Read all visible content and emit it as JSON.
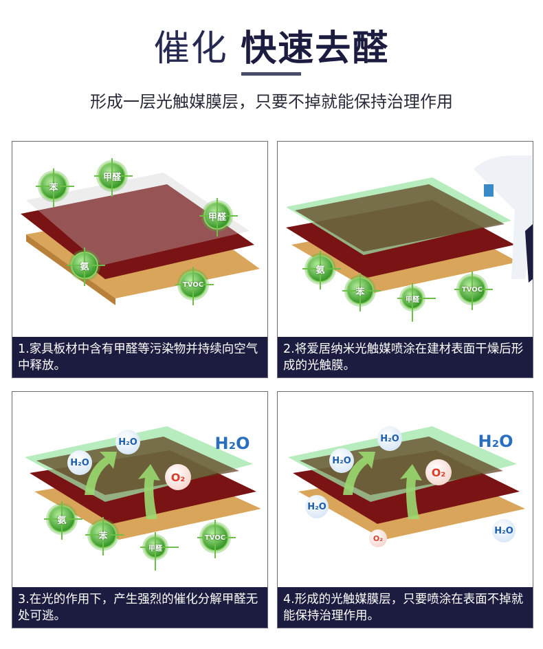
{
  "header": {
    "title_light": "催化",
    "title_bold": "快速去醛",
    "subtitle": "形成一层光触媒膜层，只要不掉就能保持治理作用"
  },
  "panels": [
    {
      "caption": "1.家具板材中含有甲醛等污染物并持续向空气中释放。",
      "badges": [
        "苯",
        "甲醛",
        "甲醛",
        "氨",
        "TVOC"
      ]
    },
    {
      "caption": "2.将爱居纳米光触媒喷涂在建材表面干燥后形成的光触膜。",
      "badges": [
        "氨",
        "苯",
        "甲醛",
        "TVOC"
      ]
    },
    {
      "caption": "3.在光的作用下，产生强烈的催化分解甲醛无处可逃。",
      "badges": [
        "氨",
        "苯",
        "甲醛",
        "TVOC"
      ],
      "molecules": [
        "H₂O",
        "H₂O",
        "O₂",
        "H₂O"
      ]
    },
    {
      "caption": "4.形成的光触媒膜层，只要喷涂在表面不掉就能保持治理作用。",
      "molecules": [
        "H₂O",
        "H₂O",
        "O₂",
        "H₂O",
        "H₂O",
        "H₂O",
        "O₂"
      ]
    }
  ],
  "colors": {
    "navy": "#1b1c40",
    "wood": "#d9a55a",
    "red": "#7a1414",
    "film": "#9fe6a8"
  }
}
